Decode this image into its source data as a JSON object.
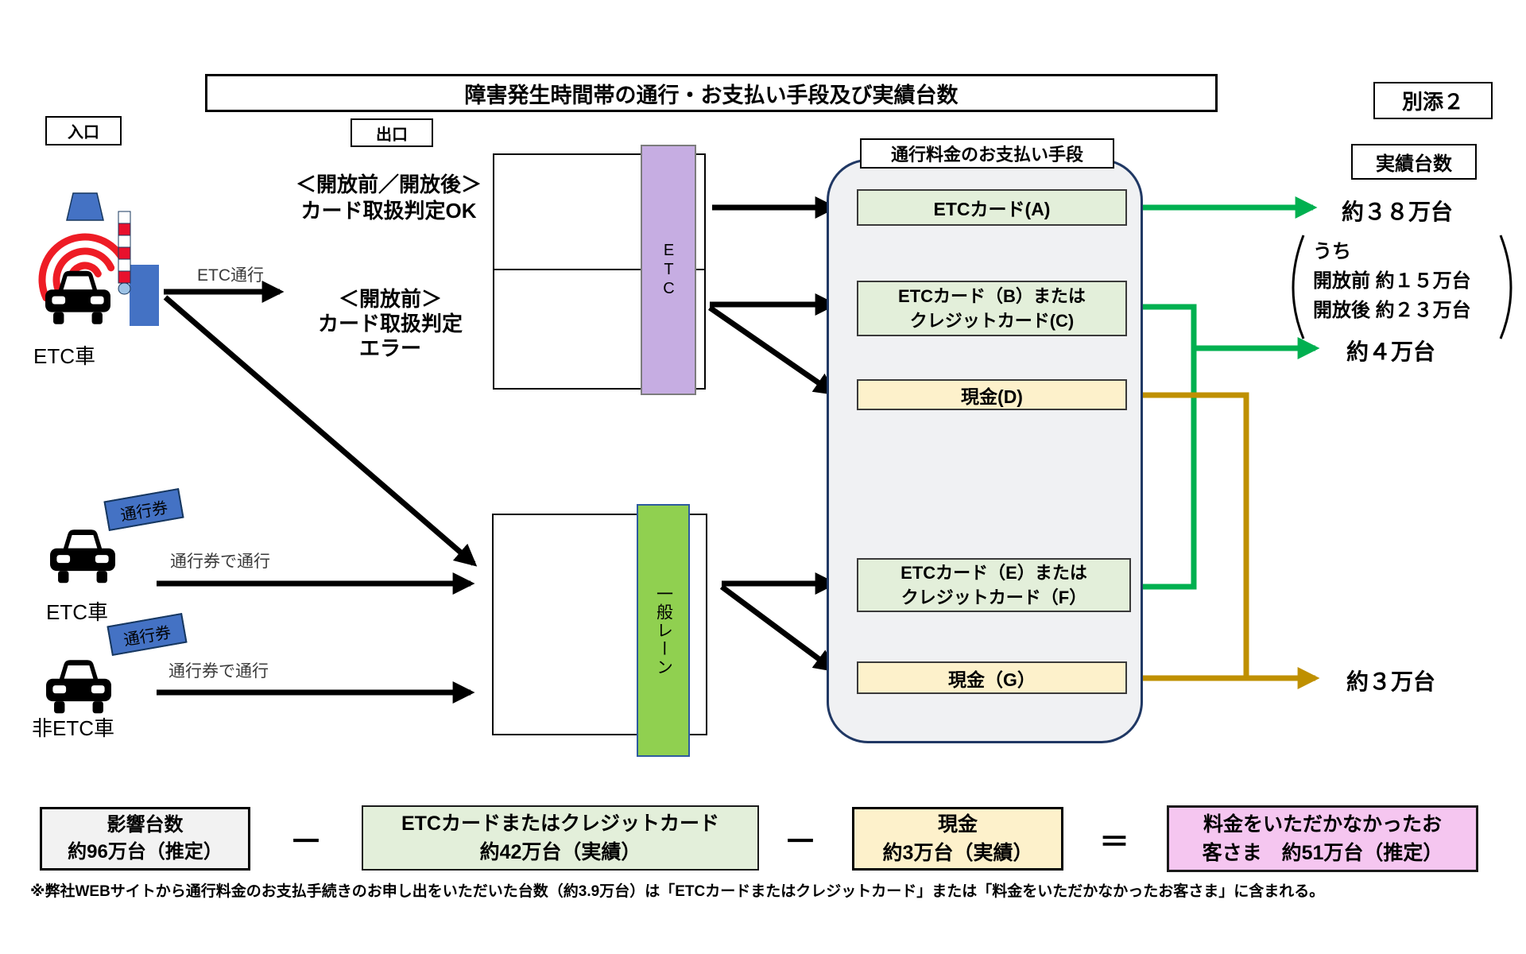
{
  "attachment": "別添２",
  "title": "障害発生時間帯の通行・お支払い手段及び実績台数",
  "labels": {
    "entrance": "入口",
    "exit": "出口",
    "actual_count": "実績台数",
    "etc_car": "ETC車",
    "non_etc_car": "非ETC車",
    "etc_pass": "ETC通行",
    "ticket": "通行券",
    "ticket_pass": "通行券で通行",
    "etc_lane": "ETC",
    "general_lane": "一般レーン"
  },
  "judgement": {
    "ok": "＜開放前／開放後＞\nカード取扱判定OK",
    "error": "＜開放前＞\nカード取扱判定\nエラー"
  },
  "payment": {
    "header": "通行料金のお支払い手段",
    "etc_card_a": "ETCカード(A)",
    "etc_or_credit_bc": "ETCカード（B）または\nクレジットカード(C)",
    "cash_d": "現金(D)",
    "etc_or_credit_ef": "ETCカード（E）または\nクレジットカード（F）",
    "cash_g": "現金（G）"
  },
  "results": {
    "total_38": "約３８万台",
    "breakdown": "うち\n開放前 約１５万台\n開放後 約２３万台",
    "total_4": "約４万台",
    "total_3": "約３万台"
  },
  "formula": {
    "affected": "影響台数\n約96万台（推定）",
    "minus": "－",
    "card_total": "ETCカードまたはクレジットカード\n約42万台（実績）",
    "cash_total": "現金\n約3万台（実績）",
    "equals": "＝",
    "uncharged": "料金をいただかなかったお\n客さま　約51万台（推定）"
  },
  "footnote": "※弊社WEBサイトから通行料金のお支払手続きのお申し出をいただいた台数（約3.9万台）は「ETCカードまたはクレジットカード」または「料金をいただかなかったお客さま」に含まれる。",
  "colors": {
    "flow_green": "#00b050",
    "flow_gold": "#bf9000",
    "card_box_fill": "#e3efda",
    "cash_box_fill": "#fdf1cb",
    "uncharged_box_fill": "#f5c6f0",
    "affected_box_fill": "#f2f2f2",
    "etc_band_fill": "#c6ade2",
    "general_band_fill": "#90d050",
    "machine_blue": "#4472c4",
    "gate_red": "#e8112d",
    "container_border": "#203864"
  }
}
